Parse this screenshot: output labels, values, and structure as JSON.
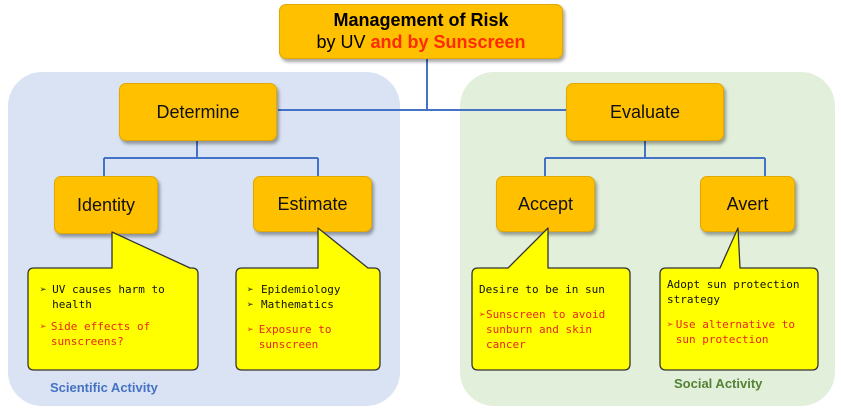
{
  "title": {
    "line1": "Management of Risk",
    "line2_prefix": "by UV ",
    "line2_highlight": "and by Sunscreen"
  },
  "nodes": {
    "determine": "Determine",
    "evaluate": "Evaluate",
    "identity": "Identity",
    "estimate": "Estimate",
    "accept": "Accept",
    "avert": "Avert"
  },
  "bubbles": {
    "identity": {
      "item1": "UV causes harm to health",
      "item2": "Side effects of sunscreens?"
    },
    "estimate": {
      "item1": "Epidemiology",
      "item2": "Mathematics",
      "item3": "Exposure to sunscreen"
    },
    "accept": {
      "line": "Desire to be in sun",
      "item1": "Sunscreen to avoid sunburn and skin cancer"
    },
    "avert": {
      "line": "Adopt sun protection strategy",
      "item1": "Use alternative to sun protection"
    }
  },
  "panels": {
    "left_label": "Scientific Activity",
    "right_label": "Social Activity"
  },
  "colors": {
    "box": "#ffc000",
    "bubble": "#ffff00",
    "connector": "#4472c4",
    "left_panel": "#dae3f3",
    "right_panel": "#e2efda",
    "highlight_red": "#ff2a00"
  }
}
